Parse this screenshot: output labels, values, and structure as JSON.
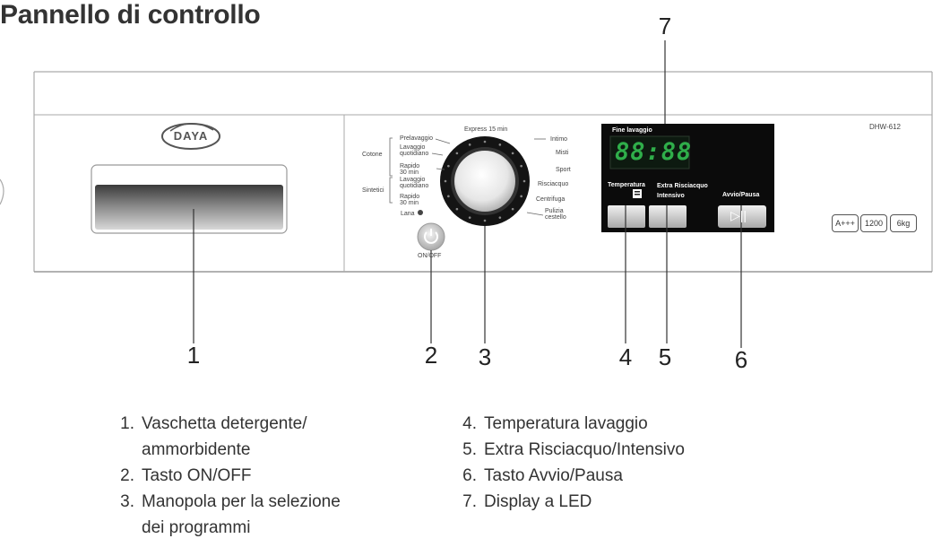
{
  "title": "Pannello di controllo",
  "brand": "DAYA",
  "model": "DHW-612",
  "badges": [
    "A+++",
    "1200",
    "6kg"
  ],
  "programs_left": [
    {
      "group": "Cotone",
      "items": [
        "Prelavaggio",
        "Lavaggio\nquotidiano",
        "Rapido\n30 min"
      ]
    },
    {
      "group": "Sintetici",
      "items": [
        "Lavaggio\nquotidiano",
        "Rapido\n30 min"
      ]
    }
  ],
  "program_lana": "Lana",
  "program_top": "Express 15 min",
  "programs_right": [
    "Intimo",
    "Misti",
    "Sport",
    "Risciacquo",
    "Centrifuga",
    "Pulizia\ncestello"
  ],
  "onoff_label": "ON/OFF",
  "display": {
    "heading": "Fine lavaggio",
    "digits": "88:88",
    "temp_label": "Temperatura",
    "extra_label": "Extra Risciacquo",
    "intensivo_label": "Intensivo",
    "start_label": "Avvio/Pausa",
    "play_pause_symbol": "▷||"
  },
  "callouts": [
    "1",
    "2",
    "3",
    "4",
    "5",
    "6",
    "7"
  ],
  "legend_left": [
    {
      "num": "1.",
      "text": "Vaschetta detergente/\nammorbidente"
    },
    {
      "num": "2.",
      "text": "Tasto ON/OFF"
    },
    {
      "num": "3.",
      "text": "Manopola per la selezione\ndei programmi"
    }
  ],
  "legend_right": [
    {
      "num": "4.",
      "text": "Temperatura lavaggio"
    },
    {
      "num": "5.",
      "text": "Extra Risciacquo/Intensivo"
    },
    {
      "num": "6.",
      "text": "Tasto Avvio/Pausa"
    },
    {
      "num": "7.",
      "text": "Display a LED"
    }
  ],
  "colors": {
    "display_bg": "#0b0b0b",
    "led_green": "#2fae4a",
    "panel_line": "#8a8a8a"
  }
}
